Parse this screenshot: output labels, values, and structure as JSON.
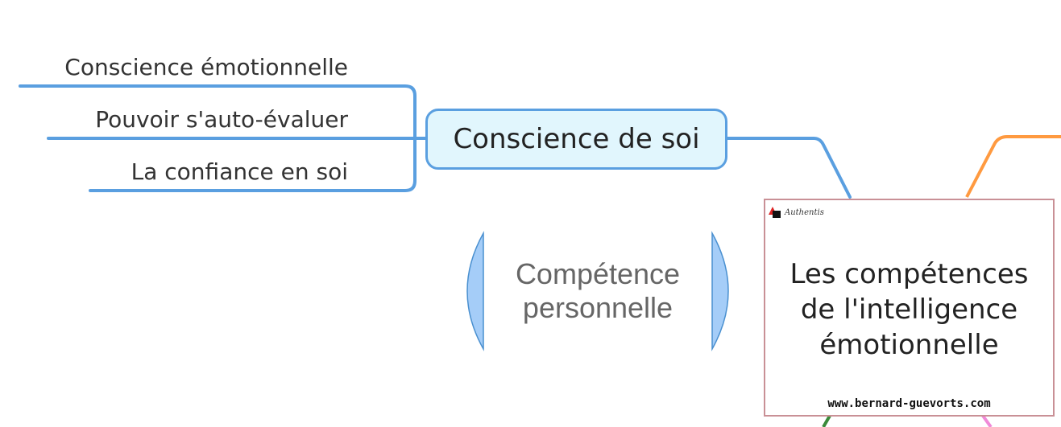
{
  "colors": {
    "branch_blue": "#5a9fe0",
    "branch_orange": "#ff9a40",
    "branch_green": "#3a8a3a",
    "branch_pink": "#f08ad8",
    "node_fill": "#e1f6fd",
    "bracket_fill": "#a5cdf8"
  },
  "central": {
    "title_lines": [
      "Les compétences",
      "de l'intelligence",
      "émotionnelle"
    ],
    "logo_text": "Authentis",
    "url": "www.bernard-guevorts.com"
  },
  "branch": {
    "label": "Conscience de soi",
    "children": [
      {
        "label": "Conscience émotionnelle"
      },
      {
        "label": "Pouvoir s'auto-évaluer"
      },
      {
        "label": "La confiance en soi"
      }
    ]
  },
  "group": {
    "label_lines": [
      "Compétence",
      "personnelle"
    ]
  }
}
